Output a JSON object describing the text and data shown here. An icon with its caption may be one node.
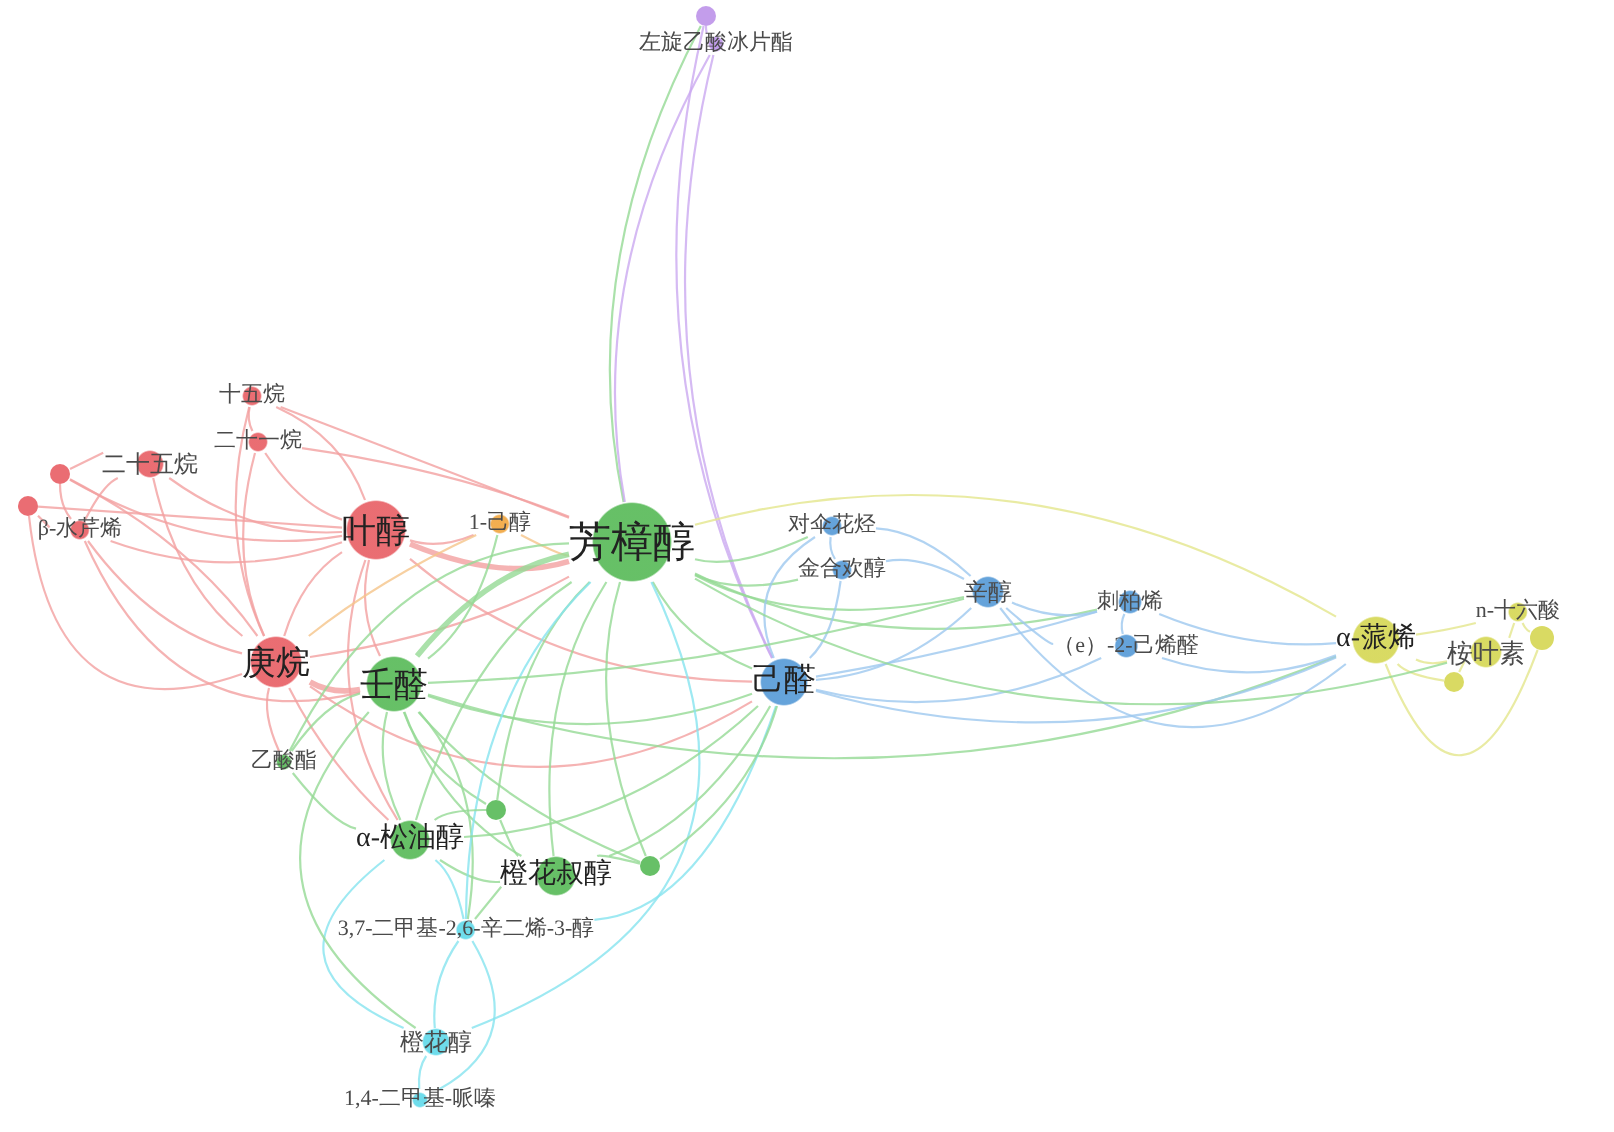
{
  "diagram": {
    "nodes": [
      {
        "text": [],
        "shape": "circle"
      },
      {
        "text": [
          "左旋乙酸冰片酯"
        ]
      },
      {
        "text": [
          "十五烷"
        ]
      },
      {
        "text": [
          "二十一烷"
        ]
      },
      {
        "text": [
          "二十五烷"
        ]
      },
      {
        "text": [],
        "shape": "circle"
      },
      {
        "text": [],
        "shape": "circle"
      },
      {
        "text": [
          "β-水芹烯"
        ]
      },
      {
        "text": [
          "叶醇"
        ]
      },
      {
        "text": [
          "1-己醇"
        ]
      },
      {
        "text": [
          "对伞花烃"
        ]
      },
      {
        "text": [
          "芳樟醇"
        ]
      },
      {
        "text": [
          "金合欢醇"
        ]
      },
      {
        "text": [
          "辛醇"
        ]
      },
      {
        "text": [
          "刺柏烯"
        ]
      },
      {
        "text": [
          "n-十六酸"
        ]
      },
      {
        "text": [
          "α-蒎烯"
        ]
      },
      {
        "text": [
          "桉叶素"
        ]
      },
      {
        "text": [],
        "shape": "circle"
      },
      {
        "text": [
          "（e）-2-己烯醛"
        ]
      },
      {
        "text": [
          "庚烷"
        ]
      },
      {
        "text": [],
        "shape": "circle"
      },
      {
        "text": [
          "壬醛"
        ]
      },
      {
        "text": [
          "己醛"
        ]
      },
      {
        "text": [
          "乙酸酯"
        ]
      },
      {
        "text": [],
        "shape": "circle"
      },
      {
        "text": [
          "α-松油醇"
        ]
      },
      {
        "text": [],
        "shape": "circle"
      },
      {
        "text": [
          "橙花叔醇"
        ]
      },
      {
        "text": [
          "3,7-二甲基-2,6-辛二烯-3-醇"
        ]
      },
      {
        "text": [
          "橙花醇"
        ]
      },
      {
        "text": [
          "1,4-二甲基-哌嗪"
        ]
      }
    ],
    "edges": [
      {
        "from": 0,
        "to": 1,
        "arrow": "none",
        "color": "#caa9f0"
      },
      {
        "from": 0,
        "to": 11,
        "arrow": "none"
      },
      {
        "from": 1,
        "to": 11,
        "arrow": "none",
        "color": "#caa9f0"
      },
      {
        "from": 0,
        "to": 23,
        "arrow": "none",
        "color": "#caa9f0"
      },
      {
        "from": 1,
        "to": 23,
        "arrow": "none",
        "color": "#caa9f0"
      },
      {
        "from": 2,
        "to": 3,
        "arrow": "none",
        "color": "#f2a0a0"
      },
      {
        "from": 2,
        "to": 8,
        "arrow": "none",
        "color": "#f2a0a0"
      },
      {
        "from": 2,
        "to": 20,
        "arrow": "none",
        "color": "#f2a0a0"
      },
      {
        "from": 2,
        "to": 11,
        "arrow": "none",
        "color": "#f2a0a0"
      },
      {
        "from": 3,
        "to": 8,
        "arrow": "none",
        "color": "#f2a0a0"
      },
      {
        "from": 3,
        "to": 20,
        "arrow": "none",
        "color": "#f2a0a0"
      },
      {
        "from": 3,
        "to": 11,
        "arrow": "none",
        "color": "#f2a0a0"
      },
      {
        "from": 4,
        "to": 8,
        "arrow": "none",
        "color": "#f2a0a0"
      },
      {
        "from": 4,
        "to": 20,
        "arrow": "none",
        "color": "#f2a0a0"
      },
      {
        "from": 4,
        "to": 7,
        "arrow": "none",
        "color": "#f2a0a0"
      },
      {
        "from": 4,
        "to": 5,
        "arrow": "none",
        "color": "#f2a0a0"
      },
      {
        "from": 5,
        "to": 8,
        "arrow": "none",
        "color": "#f2a0a0"
      },
      {
        "from": 5,
        "to": 20,
        "arrow": "none",
        "color": "#f2a0a0"
      },
      {
        "from": 5,
        "to": 7,
        "arrow": "none",
        "color": "#f2a0a0"
      },
      {
        "from": 6,
        "to": 8,
        "arrow": "none",
        "color": "#f2a0a0"
      },
      {
        "from": 6,
        "to": 20,
        "arrow": "none",
        "color": "#f2a0a0"
      },
      {
        "from": 6,
        "to": 7,
        "arrow": "none",
        "color": "#f2a0a0"
      },
      {
        "from": 7,
        "to": 8,
        "arrow": "none",
        "color": "#f2a0a0"
      },
      {
        "from": 7,
        "to": 20,
        "arrow": "none",
        "color": "#f2a0a0"
      },
      {
        "from": 7,
        "to": 22,
        "arrow": "none",
        "color": "#f2a0a0"
      },
      {
        "from": 8,
        "to": 20,
        "arrow": "none",
        "color": "#f2a0a0"
      },
      {
        "from": 8,
        "to": 22,
        "arrow": "none",
        "color": "#f2a0a0"
      },
      {
        "from": 8,
        "to": 11,
        "arrow": "none",
        "color": "#f2a0a0",
        "style": "thick"
      },
      {
        "from": 8,
        "to": 9,
        "arrow": "none",
        "color": "#f2a0a0"
      },
      {
        "from": 8,
        "to": 23,
        "arrow": "none",
        "color": "#f2a0a0"
      },
      {
        "from": 8,
        "to": 26,
        "arrow": "none",
        "color": "#f2a0a0"
      },
      {
        "from": 20,
        "to": 22,
        "arrow": "none",
        "color": "#f2a0a0",
        "style": "thick"
      },
      {
        "from": 20,
        "to": 11,
        "arrow": "none",
        "color": "#f2a0a0"
      },
      {
        "from": 20,
        "to": 26,
        "arrow": "none",
        "color": "#f2a0a0"
      },
      {
        "from": 20,
        "to": 24,
        "arrow": "none",
        "color": "#f2a0a0"
      },
      {
        "from": 20,
        "to": 23,
        "arrow": "none",
        "color": "#f2a0a0"
      },
      {
        "from": 9,
        "to": 11,
        "arrow": "none",
        "color": "#f5c48a"
      },
      {
        "from": 9,
        "to": 20,
        "arrow": "none",
        "color": "#f5c48a"
      },
      {
        "from": 11,
        "to": 22,
        "arrow": "none",
        "style": "thick"
      },
      {
        "from": 11,
        "to": 23,
        "arrow": "none"
      },
      {
        "from": 11,
        "to": 26,
        "arrow": "none"
      },
      {
        "from": 11,
        "to": 28,
        "arrow": "none"
      },
      {
        "from": 11,
        "to": 13,
        "arrow": "none"
      },
      {
        "from": 11,
        "to": 10,
        "arrow": "none"
      },
      {
        "from": 11,
        "to": 12,
        "arrow": "none"
      },
      {
        "from": 11,
        "to": 25,
        "arrow": "none"
      },
      {
        "from": 11,
        "to": 27,
        "arrow": "none"
      },
      {
        "from": 11,
        "to": 24,
        "arrow": "none"
      },
      {
        "from": 11,
        "to": 14,
        "arrow": "none"
      },
      {
        "from": 22,
        "to": 26,
        "arrow": "none"
      },
      {
        "from": 22,
        "to": 28,
        "arrow": "none"
      },
      {
        "from": 22,
        "to": 23,
        "arrow": "none"
      },
      {
        "from": 22,
        "to": 16,
        "arrow": "none"
      },
      {
        "from": 22,
        "to": 25,
        "arrow": "none"
      },
      {
        "from": 22,
        "to": 27,
        "arrow": "none"
      },
      {
        "from": 22,
        "to": 29,
        "arrow": "none"
      },
      {
        "from": 26,
        "to": 28,
        "arrow": "none"
      },
      {
        "from": 25,
        "to": 28,
        "arrow": "none"
      },
      {
        "from": 27,
        "to": 28,
        "arrow": "none"
      },
      {
        "from": 24,
        "to": 26,
        "arrow": "none"
      },
      {
        "from": 28,
        "to": 23,
        "arrow": "none"
      },
      {
        "from": 23,
        "to": 13,
        "arrow": "none",
        "color": "#9ec8ef"
      },
      {
        "from": 23,
        "to": 10,
        "arrow": "none",
        "color": "#9ec8ef"
      },
      {
        "from": 23,
        "to": 12,
        "arrow": "none",
        "color": "#9ec8ef"
      },
      {
        "from": 23,
        "to": 14,
        "arrow": "none",
        "color": "#9ec8ef"
      },
      {
        "from": 23,
        "to": 19,
        "arrow": "none",
        "color": "#9ec8ef"
      },
      {
        "from": 23,
        "to": 16,
        "arrow": "none",
        "color": "#9ec8ef"
      },
      {
        "from": 13,
        "to": 10,
        "arrow": "none",
        "color": "#9ec8ef"
      },
      {
        "from": 13,
        "to": 12,
        "arrow": "none",
        "color": "#9ec8ef"
      },
      {
        "from": 13,
        "to": 14,
        "arrow": "none",
        "color": "#9ec8ef"
      },
      {
        "from": 13,
        "to": 19,
        "arrow": "none",
        "color": "#9ec8ef"
      },
      {
        "from": 13,
        "to": 16,
        "arrow": "none",
        "color": "#9ec8ef"
      },
      {
        "from": 14,
        "to": 19,
        "arrow": "none",
        "color": "#9ec8ef"
      },
      {
        "from": 14,
        "to": 16,
        "arrow": "none",
        "color": "#9ec8ef"
      },
      {
        "from": 19,
        "to": 16,
        "arrow": "none",
        "color": "#9ec8ef"
      },
      {
        "from": 10,
        "to": 12,
        "arrow": "none",
        "color": "#9ec8ef"
      },
      {
        "from": 16,
        "to": 11,
        "arrow": "none",
        "color": "#e3e68c"
      },
      {
        "from": 16,
        "to": 17,
        "arrow": "none",
        "color": "#e3e68c"
      },
      {
        "from": 16,
        "to": 15,
        "arrow": "none",
        "color": "#e3e68c"
      },
      {
        "from": 16,
        "to": 18,
        "arrow": "none",
        "color": "#e3e68c"
      },
      {
        "from": 16,
        "to": 21,
        "arrow": "none",
        "color": "#e3e68c"
      },
      {
        "from": 17,
        "to": 15,
        "arrow": "none",
        "color": "#e3e68c"
      },
      {
        "from": 17,
        "to": 21,
        "arrow": "none",
        "color": "#e3e68c"
      },
      {
        "from": 15,
        "to": 18,
        "arrow": "none",
        "color": "#e3e68c"
      },
      {
        "from": 29,
        "to": 30,
        "arrow": "none",
        "color": "#86e3ef"
      },
      {
        "from": 30,
        "to": 31,
        "arrow": "none",
        "color": "#86e3ef"
      },
      {
        "from": 29,
        "to": 23,
        "arrow": "none",
        "color": "#86e3ef"
      },
      {
        "from": 29,
        "to": 11,
        "arrow": "none",
        "color": "#86e3ef"
      },
      {
        "from": 30,
        "to": 26,
        "arrow": "none",
        "color": "#86e3ef"
      },
      {
        "from": 31,
        "to": 29,
        "arrow": "none",
        "color": "#86e3ef"
      },
      {
        "from": 30,
        "to": 11,
        "arrow": "none",
        "color": "#86e3ef"
      },
      {
        "from": 29,
        "to": 26,
        "arrow": "none",
        "color": "#86e3ef"
      },
      {
        "from": 22,
        "to": 30,
        "arrow": "none"
      },
      {
        "from": 28,
        "to": 29,
        "arrow": "none"
      },
      {
        "from": 22,
        "to": 24,
        "arrow": "none"
      },
      {
        "from": 22,
        "to": 13,
        "arrow": "none"
      },
      {
        "from": 26,
        "to": 23,
        "arrow": "none"
      },
      {
        "from": 25,
        "to": 26,
        "arrow": "none"
      },
      {
        "from": 22,
        "to": 9,
        "arrow": "none"
      },
      {
        "from": 27,
        "to": 23,
        "arrow": "none"
      },
      {
        "from": 11,
        "to": 17,
        "arrow": "none"
      }
    ]
  }
}
